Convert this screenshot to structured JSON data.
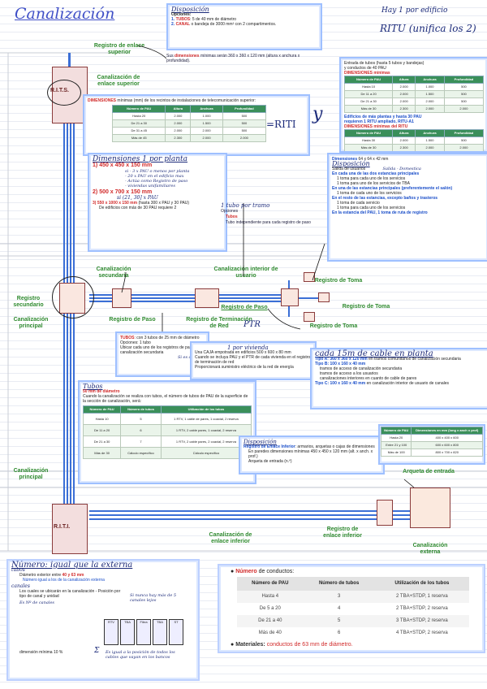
{
  "title": "Canalización",
  "top_hand": "Hay 1 por edificio",
  "top_hand2": "RITU (unifica los 2)",
  "y_mark": "y",
  "riti_mark": "=RITI",
  "disposicion_top": {
    "heading": "Disposición",
    "opciones": "Opciones:",
    "o1_num": "1.",
    "o1_key": "TUBOS",
    "o1_text": ": 5 de 40 mm de diámetro",
    "o2_num": "2.",
    "o2_key": "CANAL",
    "o2_text": "o bandeja de 3000 mm² con 2 compartimentos."
  },
  "dimensiones_top": {
    "prefix": "Sus",
    "key": "dimensiones",
    "text": "mínimas serán 360 x 360 x 120 mm (altura x anchura x profundidad)."
  },
  "rits_dims": {
    "bullet": "DIMENSIONES",
    "text": "mínimas (mm) de los recintos de instalaciones de telecomunicación superior:",
    "headers": [
      "Número de PAU",
      "Altura",
      "Anchura",
      "Profundidad"
    ],
    "rows": [
      [
        "Hasta 20",
        "2.000",
        "1.000",
        "500"
      ],
      [
        "De 21 a 30",
        "2.000",
        "1.500",
        "500"
      ],
      [
        "De 31 a 45",
        "2.000",
        "2.000",
        "500"
      ],
      [
        "Más de 45",
        "2.300",
        "2.000",
        "2.000"
      ]
    ]
  },
  "right_top": {
    "l1": "Entrada de tubos (hasta 5 tubos y bandejas)",
    "l2": "y conductos de 40 PAU",
    "l3": "DIMENSIONES mínimas",
    "headers": [
      "Número de PAU",
      "Altura",
      "Anchura",
      "Profundidad"
    ],
    "rows": [
      [
        "Hasta 10",
        "2.000",
        "1.000",
        "500"
      ],
      [
        "De 11 a 20",
        "2.000",
        "1.500",
        "500"
      ],
      [
        "De 21 a 30",
        "2.000",
        "2.000",
        "500"
      ],
      [
        "Más de 30",
        "2.300",
        "2.000",
        "2.000"
      ]
    ],
    "l4": "Edificios de más plantas y hasta 30 PAU",
    "l5": "requieren 1 RITU ampliado, RITU-A1",
    "l6": "DIMENSIONES mínimas del RITU",
    "headers2": [
      "Número de PAU",
      "Altura",
      "Anchura",
      "Profundidad"
    ],
    "rows2": [
      [
        "Hasta 30",
        "2.000",
        "1.500",
        "500"
      ],
      [
        "Más de 30",
        "2.300",
        "2.000",
        "2.000"
      ]
    ]
  },
  "dimensiones_planta": {
    "heading": "Dimensiones 1 por planta",
    "i1_num": "1)",
    "i1": "450 x 450 x 150 mm",
    "i1_a": "si - 3 x PAU o menos por planta",
    "i1_b": "- 20 x PAU en el edificio max",
    "i1_c": "- Actúa como Registro de paso",
    "i1_d": "- viviendas unifamiliares",
    "i2_num": "2)",
    "i2": "500 x 700 x 150 mm",
    "i2_a": "si (21, 30] x PAU",
    "i3_num": "3)",
    "i3": "550 x 1000 x 150 mm",
    "i3_a": "(hasta 300 x PAU y 30 PAU)",
    "i3_b": "De edificios con más de 30 PAU requiere 2"
  },
  "mid_note": {
    "heading": "1 tubo por tramo",
    "l1": "Opciones",
    "l2": "Tubos",
    "l3": "Tubo independiente para cada registro de paso"
  },
  "right_mid": {
    "dims_label": "Dimensiones",
    "dims_value": "64 x 64 x 42 mm",
    "heading": "Disposición",
    "sub": "Salida de usuarios",
    "sub2": "Salida - Domestica",
    "b1": "En cada una de las dos estancias principales",
    "b1a": "1 toma para cada uno de los servicios",
    "b1b": "1 toma para uno de los servicios de TBA",
    "b2": "En una de las estancias principales (preferentemente el salón)",
    "b2a": "1 toma de cada uno de los servicios",
    "b3": "En el resto de las estancias, excepto baños y trasteros",
    "b3a": "1 toma de cada servicio",
    "b3b": "1 toma para cada uno de los servicios",
    "b4": "En la estancia del PAU, 1 toma de ruta de registro"
  },
  "tubos_box": {
    "l1_key": "TUBOS",
    "l1": ": con 3 tubos de 25 mm de diámetro",
    "l2": "Opciones: 1 tubo",
    "l3": "Ubicar cada uno de los registros de paso con canalización secundaria",
    "sign": "Si es de obra"
  },
  "ptr_box": {
    "heading": "1 por vivienda",
    "l1": "Una CAJA empotrada en edificios 500 x 600 x 80 mm",
    "l2": "Cuando se incluya PAU y el PTR de cada vivienda en el registro de terminación de red",
    "l3": "Proporcionará suministro eléctrico de la red de energía"
  },
  "canal_note": {
    "heading": "cada 15m de cable en planta",
    "tipo_a": "Tipo A: 360 x 360 x 120 mm",
    "tipo_a_rest": "en tramos comunitarios de canalización secundaria",
    "tipo_b": "Tipo B: 100 x 160 x 40 mm",
    "tb1": "tramos de acceso de canalización secundaria",
    "tb2": "tramos de acceso a los usuarios",
    "tb3": "canalizaciones interiores en cuanto de cable de pares",
    "tipo_c": "Tipo C: 100 x 160 x 40 mm",
    "tipo_c_rest": "en canalización interior de usuario de canales"
  },
  "tubos_table": {
    "heading": "Tubos",
    "l1": "50 mm de diámetro",
    "l2": "Cuando la canalización se realiza con tubos, el número de tubos de PAU de la superficie de la sección de canalización, será:",
    "headers": [
      "Número de PAU",
      "Número de tubos",
      "Utilización de los tubos"
    ],
    "rows": [
      [
        "Hasta 10",
        "5",
        "1 RTV, 1 cable de pares, 1 coaxial, 2 reserva"
      ],
      [
        "De 11 a 20",
        "6",
        "1 RTV, 2 cable pares, 1 coaxial, 2 reserva"
      ],
      [
        "De 21 a 30",
        "7",
        "1 RTV, 2 cable pares, 2 coaxial, 2 reserva"
      ],
      [
        "Más de 30",
        "Cálculo específico",
        "Cálculo específico"
      ]
    ]
  },
  "disposicion_bottom": {
    "heading": "Disposición",
    "l1": "Registro de Enlace Inferior",
    "l1_rest": ": armarios, arquetas o cajas de dimensiones",
    "l2": "En paredes dimensiones mínimas 450 x 450 x 120 mm (alt. x anch. x prof.)",
    "l3": "Arqueta de entrada (n.º)",
    "headers": [
      "Número de PAU",
      "Dimensiones en mm (long x anch x prof)"
    ],
    "rows": [
      [
        "Hasta 20",
        "400 x 400 x 600"
      ],
      [
        "Entre 21 y 100",
        "600 x 600 x 800"
      ],
      [
        "Más de 100",
        "800 x 700 x 820"
      ]
    ]
  },
  "numero_hand": "Número: igual que la externa",
  "bottom_left": {
    "tubos_lbl": "tubos",
    "d1_a": "Diámetro exterior entre",
    "d1_b": "40 y 63 mm",
    "d2": "Número igual a los de la canalización externa",
    "canales_lbl": "canales",
    "c1": "Los cuales se ubicarán en la canalización - Posición por tipo de canal y unidad",
    "c2": "Si nunca hay más de 5 canales lejos",
    "c3": "Es Nº de canales",
    "cap_1": "RTV",
    "cap_2": "TBA",
    "cap_3": "Fibra",
    "cap_4": "TBA",
    "cap_5": "ST",
    "note": "Es igual a la posición de todos los cables que vayan en los bancos",
    "sum": "Σ",
    "d_dim": "dimensión mínima 10 %"
  },
  "bottom_table": {
    "bullet1_key": "Número",
    "bullet1_rest": "de conductos:",
    "headers": [
      "Número de PAU",
      "Número de tubos",
      "Utilización de los tubos"
    ],
    "rows": [
      [
        "Hasta 4",
        "3",
        "2 TBA+STDP, 1 reserva"
      ],
      [
        "De 5 a 20",
        "4",
        "2 TBA+STDP, 2 reserva"
      ],
      [
        "De 21 a 40",
        "5",
        "3 TBA+STDP, 2 reserva"
      ],
      [
        "Más de 40",
        "6",
        "4 TBA+STDP, 2 reserva"
      ]
    ],
    "bullet2_key": "Materiales:",
    "bullet2_rest": "conductos de 63 mm de diámetro."
  },
  "labels": {
    "reg_enlace_sup": "Registro de enlace superior",
    "can_enlace_sup": "Canalización de enlace superior",
    "rits": "R.I.T.S.",
    "riti": "R.I.T.I.",
    "reg_secundario": "Registro secundario",
    "can_principal1": "Canalización principal",
    "can_principal2": "Canalización principal",
    "can_secundaria": "Canalización secundaria",
    "reg_paso1": "Registro de Paso",
    "reg_paso2": "Registro de Paso",
    "can_interior": "Canalización interior de usuario",
    "reg_toma1": "Registro de Toma",
    "reg_toma2": "Registro de Toma",
    "reg_toma3": "Registro de Toma",
    "reg_term": "Registro de Terminación de Red",
    "ptr": "PTR",
    "can_enlace_inf": "Canalización de enlace inferior",
    "reg_enlace_inf": "Registro de enlace inferior",
    "arqueta": "Arqueta de entrada",
    "can_externa": "Canalización externa"
  },
  "colors": {
    "accent": "#2f8a2f",
    "pipe": "#3b6fd6",
    "box_border": "#9fc0ff",
    "red": "#d12a2a"
  }
}
